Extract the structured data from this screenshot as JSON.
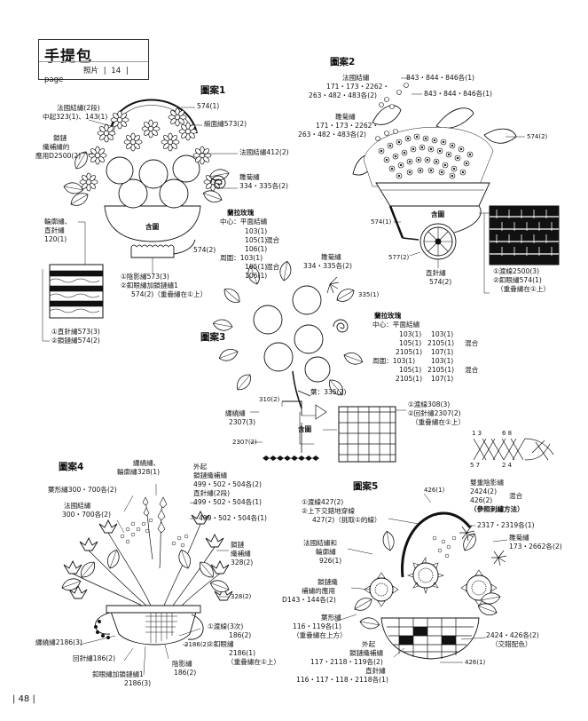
{
  "header": {
    "title": "手提包",
    "photo_label": "照片",
    "photo_num": "14",
    "page_label": "page"
  },
  "p1": {
    "title": "圖案1",
    "l_french": "法國結繡(2段)",
    "l_french2": "中起323(1)、143(1)",
    "l_chain1": "鎖鏈",
    "l_chain2": "織補繡的",
    "l_chain3": "應用D2500(2)",
    "l_outline1": "輪廓繡、",
    "l_outline2": "直針繡",
    "l_outline3": "120(1)",
    "l_574": "574(1)",
    "l_satin": "緞面繡573(2)",
    "l_french412": "法國結繡412(2)",
    "l_daisy": "雛菊繡",
    "l_daisy2": "334・335各(2)",
    "l_lan1": "蘭拉玫瑰",
    "l_lan2": "中心：平面結繡",
    "l_lan3": "103(1)",
    "l_lan4": "105(1)",
    "l_lan5": "106(1)",
    "l_lan_mix": "混合",
    "l_zhou": "周圍：103(1)",
    "l_zhou2": "105(1)",
    "l_zhou3": "106(1)",
    "l_zhou_mix": "混合",
    "l_hantu": "含圖",
    "l_5742": "574(2)",
    "l_r1": "①陰影繡573(3)",
    "l_r2": "②釦眼繡加鎖鏈繡1",
    "l_r3": "574(2)（重疊繡在①上）",
    "l_s1": "①直針繡573(3)",
    "l_s2": "②鎖鏈繡574(2)"
  },
  "p2": {
    "title": "圖案2",
    "l_french": "法國結繡",
    "l_fr1": "171・173・2262・",
    "l_fr2": "263・482・483各(2)",
    "l_top1": "843・844・846各(1)",
    "l_top2": "843・844・846各(1)",
    "l_daisy": "雛菊繡",
    "l_d1": "171・173・2262・",
    "l_d2": "263・482・483各(2)",
    "l_5742": "574(2)",
    "l_5741": "574(1)",
    "l_hantu": "含圖",
    "l_5772": "577(2)",
    "l_zhi": "直針繡",
    "l_zhi2": "574(2)",
    "l_r1": "①渡線2500(3)",
    "l_r2": "②釦眼繡574(1)",
    "l_r3": "（重疊繡在①上）"
  },
  "p3": {
    "title": "圖案3",
    "l_daisy": "雛菊繡",
    "l_daisy2": "334・335各(2)",
    "l_335": "335(1)",
    "l_lan1": "蘭拉玫瑰",
    "l_lan2": "中心：平面結繡",
    "l_c1": "103(1)",
    "l_c1b": "103(1)",
    "l_c2": "105(1)",
    "l_c2b": "2105(1)",
    "l_c3": "2105(1)",
    "l_c3b": "107(1)",
    "l_mix": "混合",
    "l_zhou": "周圍：103(1)",
    "l_z1b": "103(1)",
    "l_z2": "105(1)",
    "l_z2b": "2105(1)",
    "l_z3": "2105(1)",
    "l_z3b": "107(1)",
    "l_mix2": "混合",
    "l_leaf": "葉：335(2)",
    "l_310": "310(2)",
    "l_edge": "纏繞繡",
    "l_edge2": "2307(3)",
    "l_2307": "2307(2)",
    "l_hantu": "含圖",
    "l_r1": "①渡線308(3)",
    "l_r2": "②回針繡2307(2)",
    "l_r3": "（重疊繡在①上）"
  },
  "p4": {
    "title": "圖案4",
    "l_chan": "纏繞繡、",
    "l_chan2": "輪廓繡328(1)",
    "l_wai": "外起",
    "l_wai2": "鎖鏈織補繡",
    "l_wai3": "499・502・504各(2)",
    "l_zhi": "直針繡(2段)",
    "l_zhi2": "499・502・504各(1)",
    "l_leaf": "葉形繡300・700各(2)",
    "l_fr": "法國結繡",
    "l_fr2": "300・700各(2)",
    "l_499": "499・502・504各(1)",
    "l_chain": "鎖鏈",
    "l_chain2": "織補繡",
    "l_chain3": "328(2)",
    "l_328": "328(2)",
    "l_r1": "①渡線(3次)",
    "l_r2": "186(2)",
    "l_r3": "②釦眼繡",
    "l_r4": "2186(1)",
    "l_r5": "（重疊繡在①上）",
    "l_2186": "2186(2)",
    "l_chanr": "纏繞繡2186(3)",
    "l_hui": "回針繡186(2)",
    "l_kou": "釦眼繡加鎖鏈繡1",
    "l_kou2": "2186(3)",
    "l_yin": "陰影繡",
    "l_yin2": "186(2)"
  },
  "p5": {
    "title": "圖案5",
    "l_426": "426(1)",
    "l_r1": "①渡線427(2)",
    "l_r2": "②上下交錯地穿線",
    "l_r3": "427(2)（挑取①的線）",
    "l_double": "雙重陰影繡",
    "l_d1": "2424(2)",
    "l_d2": "426(2)",
    "l_dmix": "混合",
    "l_dref": "（參照刺繡方法）",
    "l_2317": "2317・2319各(1)",
    "l_daisy": "雛菊繡",
    "l_daisy2": "173・2662各(2)",
    "l_fr": "法國結繡和",
    "l_fr2": "輪廓繡",
    "l_fr3": "926(1)",
    "l_ch": "鎖鏈織",
    "l_ch2": "補繡的應用",
    "l_ch3": "D143・144各(2)",
    "l_leaf": "葉形繡",
    "l_leaf2": "116・119各(1)",
    "l_leaf3": "（重疊繡在上方）",
    "l_wai": "外起",
    "l_wai2": "鎖鏈織補繡",
    "l_wai3": "117・2118・119各(2)",
    "l_zhi": "直針繡",
    "l_zhi2": "116・117・118・2118各(1)",
    "l_col": "2424・426各(2)",
    "l_col2": "（交錯配色）",
    "l_4261": "426(1)",
    "n_13": "1 3",
    "n_68": "6 8",
    "n_57": "5 7",
    "n_24": "2 4"
  },
  "page_number": "48"
}
